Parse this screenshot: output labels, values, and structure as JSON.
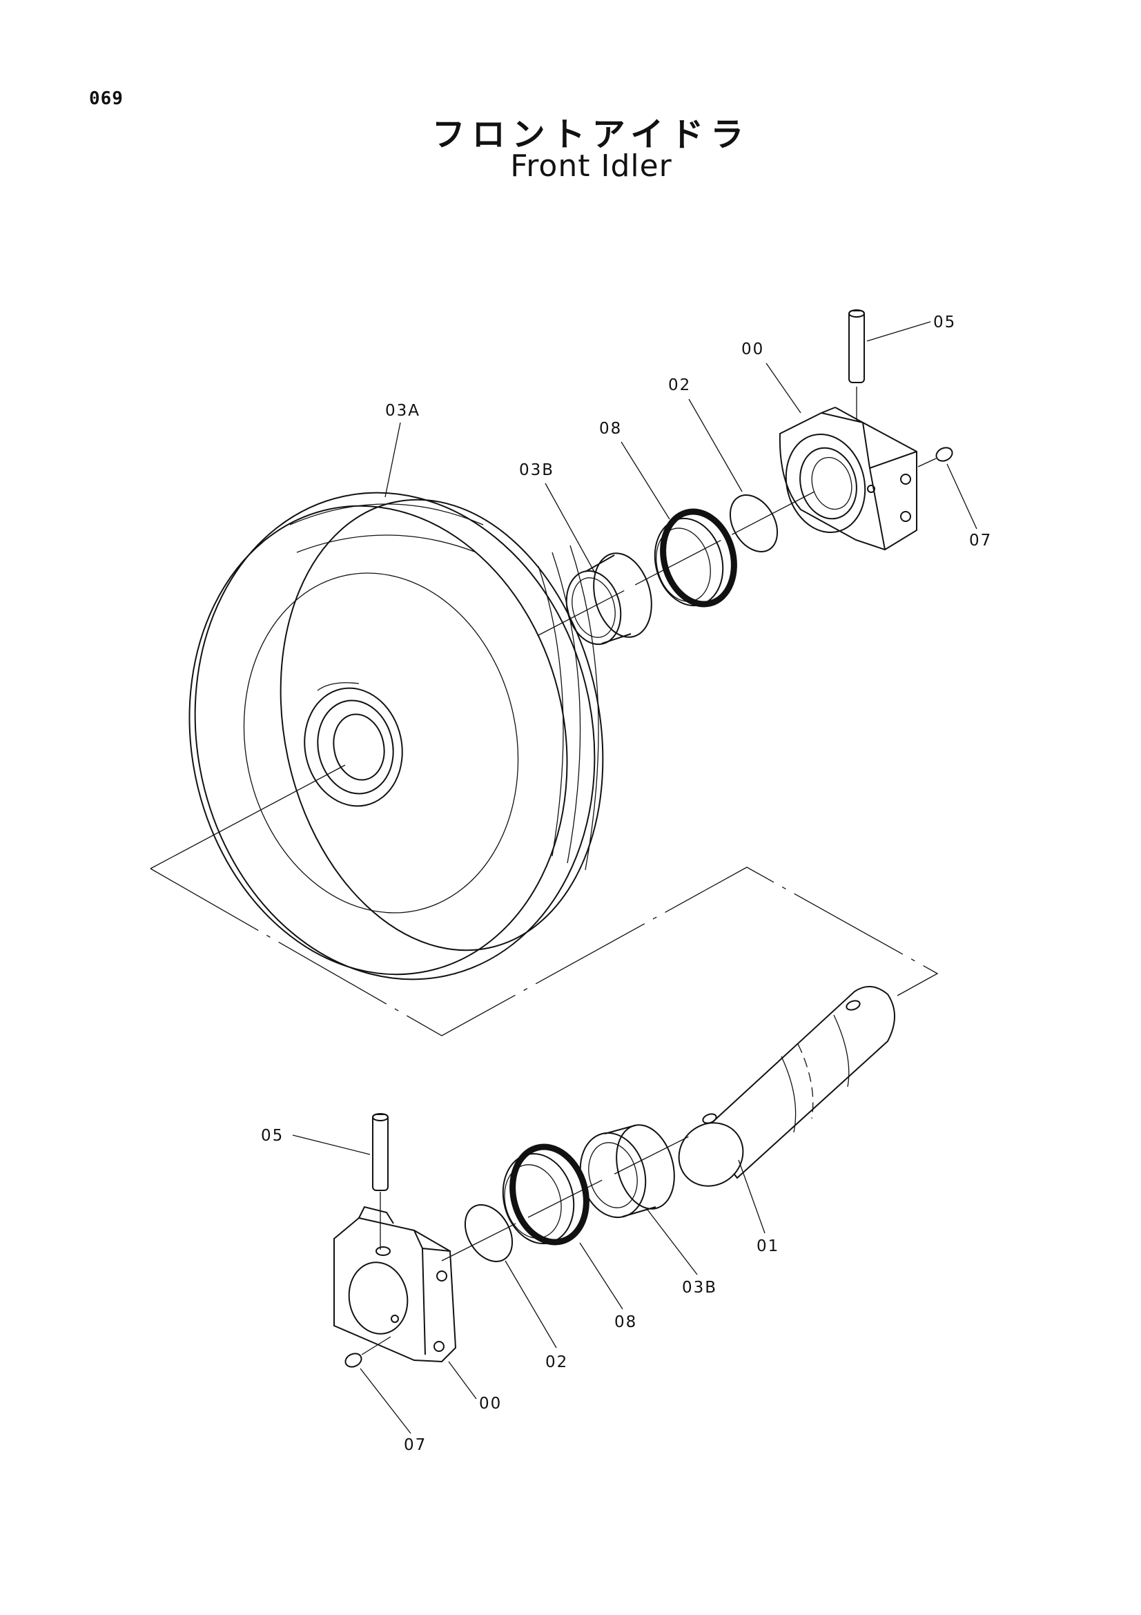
{
  "page_number": "069",
  "title_ja": "フロントアイドラ",
  "title_en": "Front Idler",
  "callouts": {
    "idler_wheel": "03A",
    "bushing_upper": "03B",
    "bushing_lower": "03B",
    "seal_upper": "08",
    "seal_lower": "08",
    "oring_upper": "02",
    "oring_lower": "02",
    "support_upper": "00",
    "support_lower": "00",
    "pin_upper": "05",
    "pin_lower": "05",
    "plug_upper": "07",
    "plug_lower": "07",
    "shaft": "01"
  }
}
